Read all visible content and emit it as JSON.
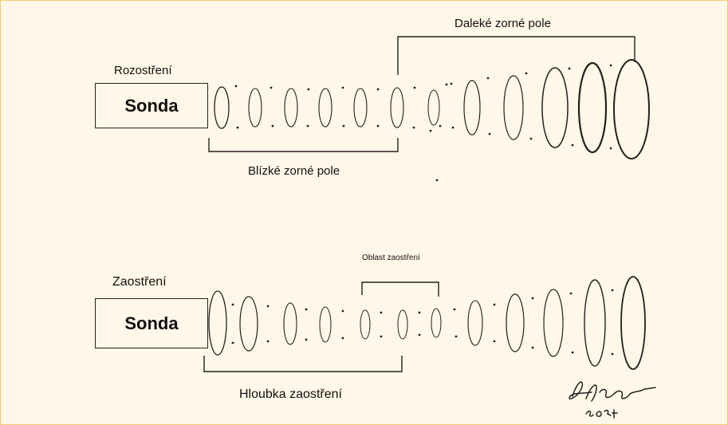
{
  "top_diagram": {
    "title": "Rozostření",
    "probe_label": "Sonda",
    "near_field_label": "Blízké zorné pole",
    "far_field_label": "Daleké zorné pole"
  },
  "bottom_diagram": {
    "title": "Zaostření",
    "probe_label": "Sonda",
    "focus_region_label": "Oblast zaostření",
    "focus_depth_label": "Hloubka zaostření"
  },
  "colors": {
    "background": "#fff7e7",
    "border": "#f0c878",
    "ink": "#222222"
  }
}
